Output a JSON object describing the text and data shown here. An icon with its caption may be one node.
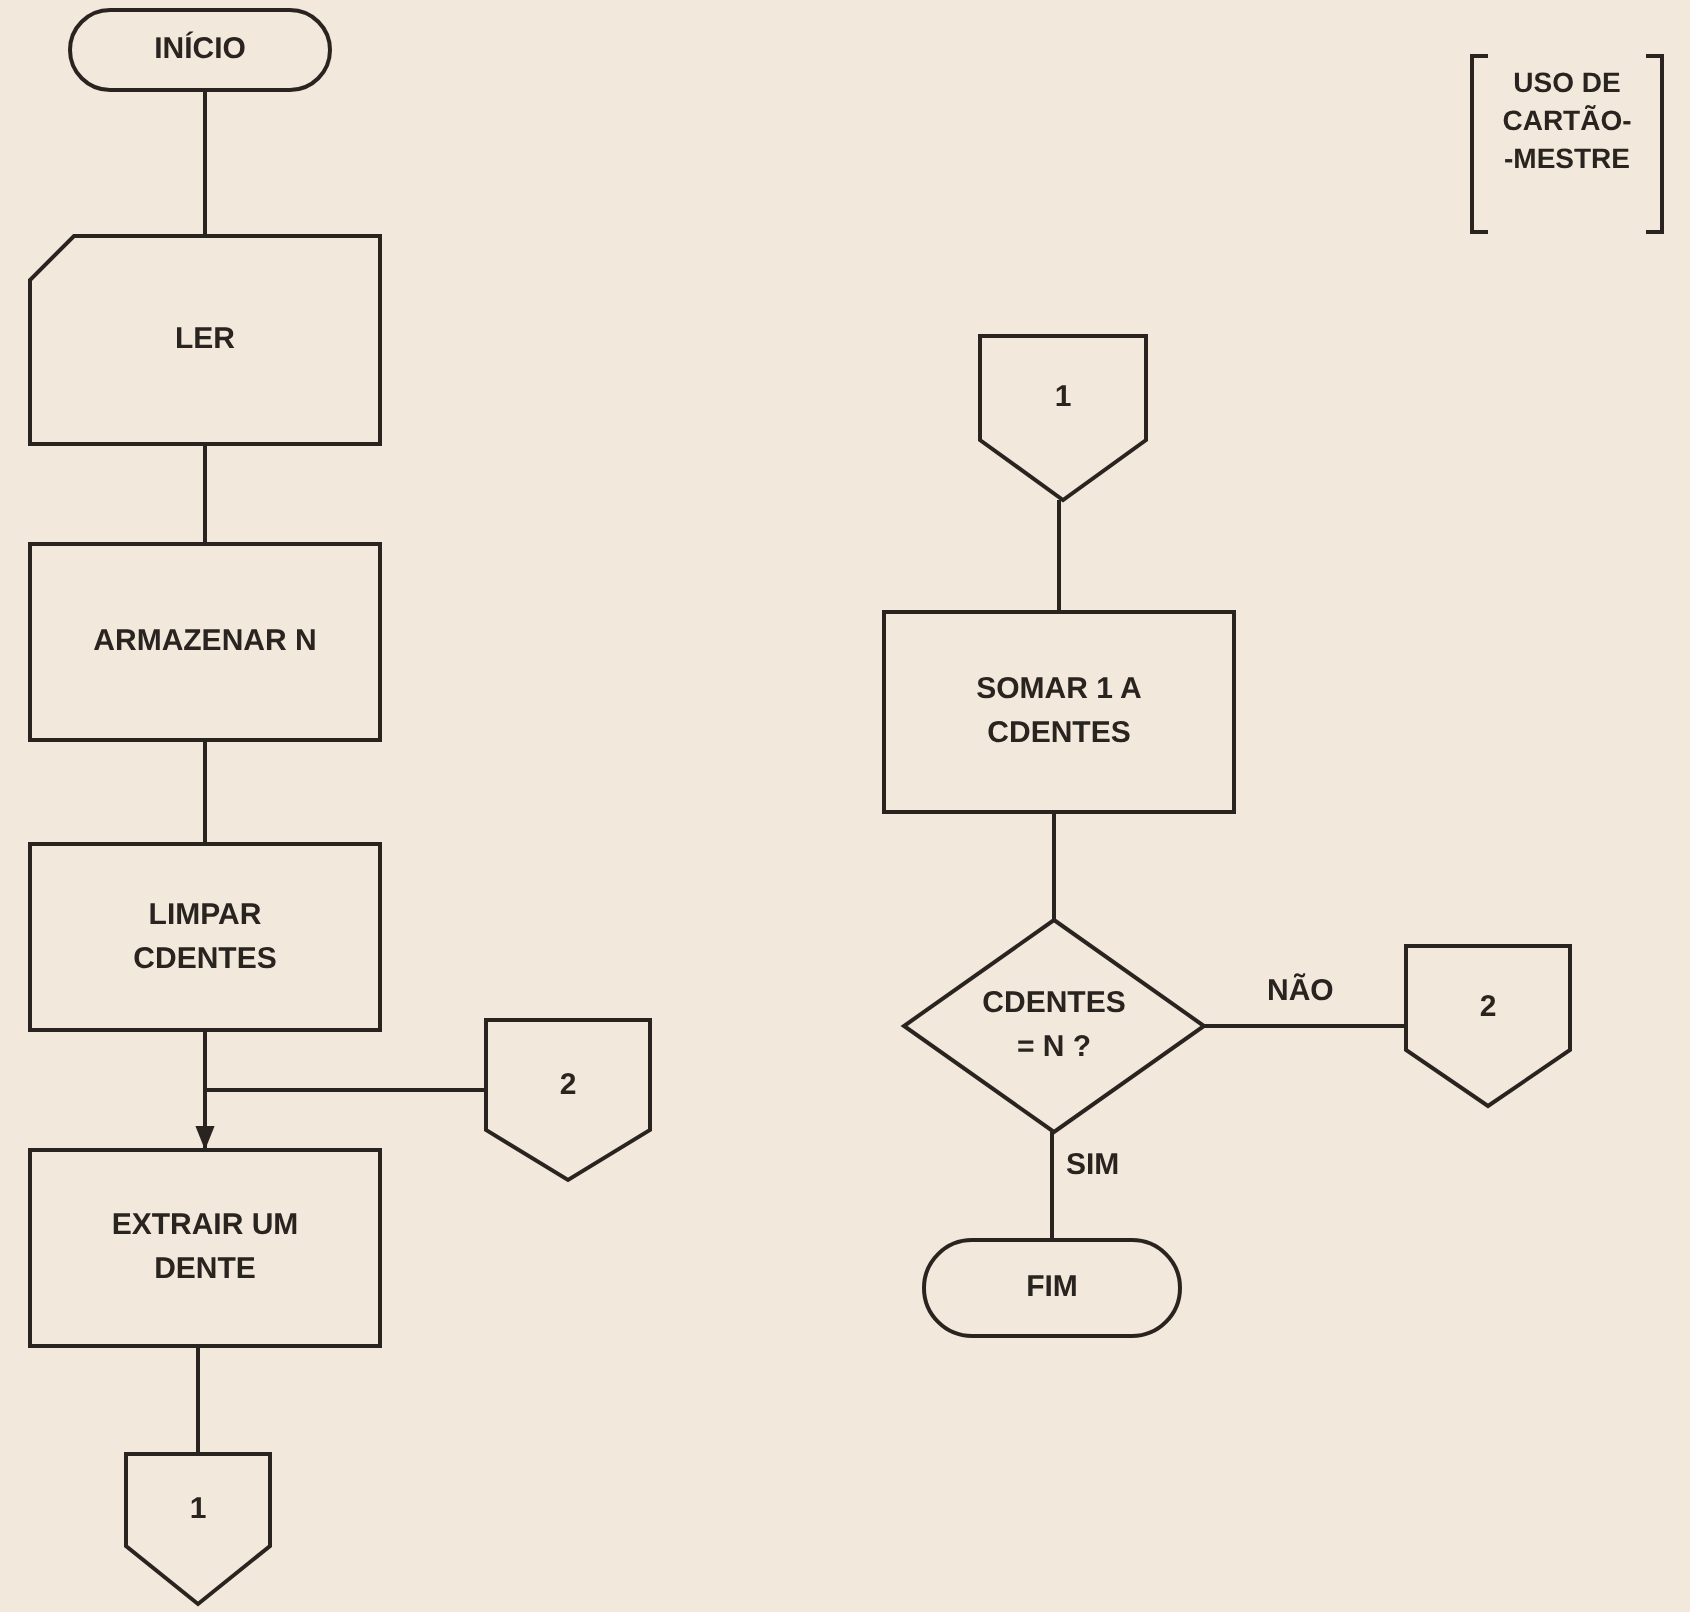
{
  "diagram": {
    "nodes": [
      {
        "text": [
          "INÍCIO"
        ]
      },
      {
        "text": [
          "LER"
        ]
      },
      {
        "text": [
          "ARMAZENAR N"
        ]
      },
      {
        "text": [
          "LIMPAR CDENTES"
        ]
      },
      {
        "text": [
          "2"
        ]
      },
      {
        "text": [
          "EXTRAIR UM DENTE"
        ]
      },
      {
        "text": [
          "1"
        ]
      },
      {
        "text": [
          "1"
        ]
      },
      {
        "text": [
          "SOMAR 1 A CDENTES"
        ]
      },
      {
        "text": [
          "CDENTES = N ?"
        ]
      },
      {
        "text": [
          "2"
        ]
      },
      {
        "text": [
          "FIM"
        ]
      }
    ],
    "edges": [
      {
        "from": 0,
        "to": 1,
        "arrow": "none"
      },
      {
        "from": 1,
        "to": 2,
        "arrow": "none"
      },
      {
        "from": 2,
        "to": 3,
        "arrow": "none"
      },
      {
        "from": 3,
        "to": 5,
        "arrow": "none"
      },
      {
        "from": 4,
        "to": 5,
        "arrow": "to"
      },
      {
        "from": 5,
        "to": 6,
        "arrow": "none"
      },
      {
        "from": 7,
        "to": 8,
        "arrow": "none"
      },
      {
        "from": 8,
        "to": 9,
        "arrow": "none"
      },
      {
        "from": 9,
        "to": 10,
        "label": "NÃO",
        "arrow": "none"
      },
      {
        "from": 9,
        "to": 11,
        "label": "SIM",
        "arrow": "none"
      }
    ],
    "labels": [
      "USO DE CARTÃO- -MESTRE"
    ]
  }
}
